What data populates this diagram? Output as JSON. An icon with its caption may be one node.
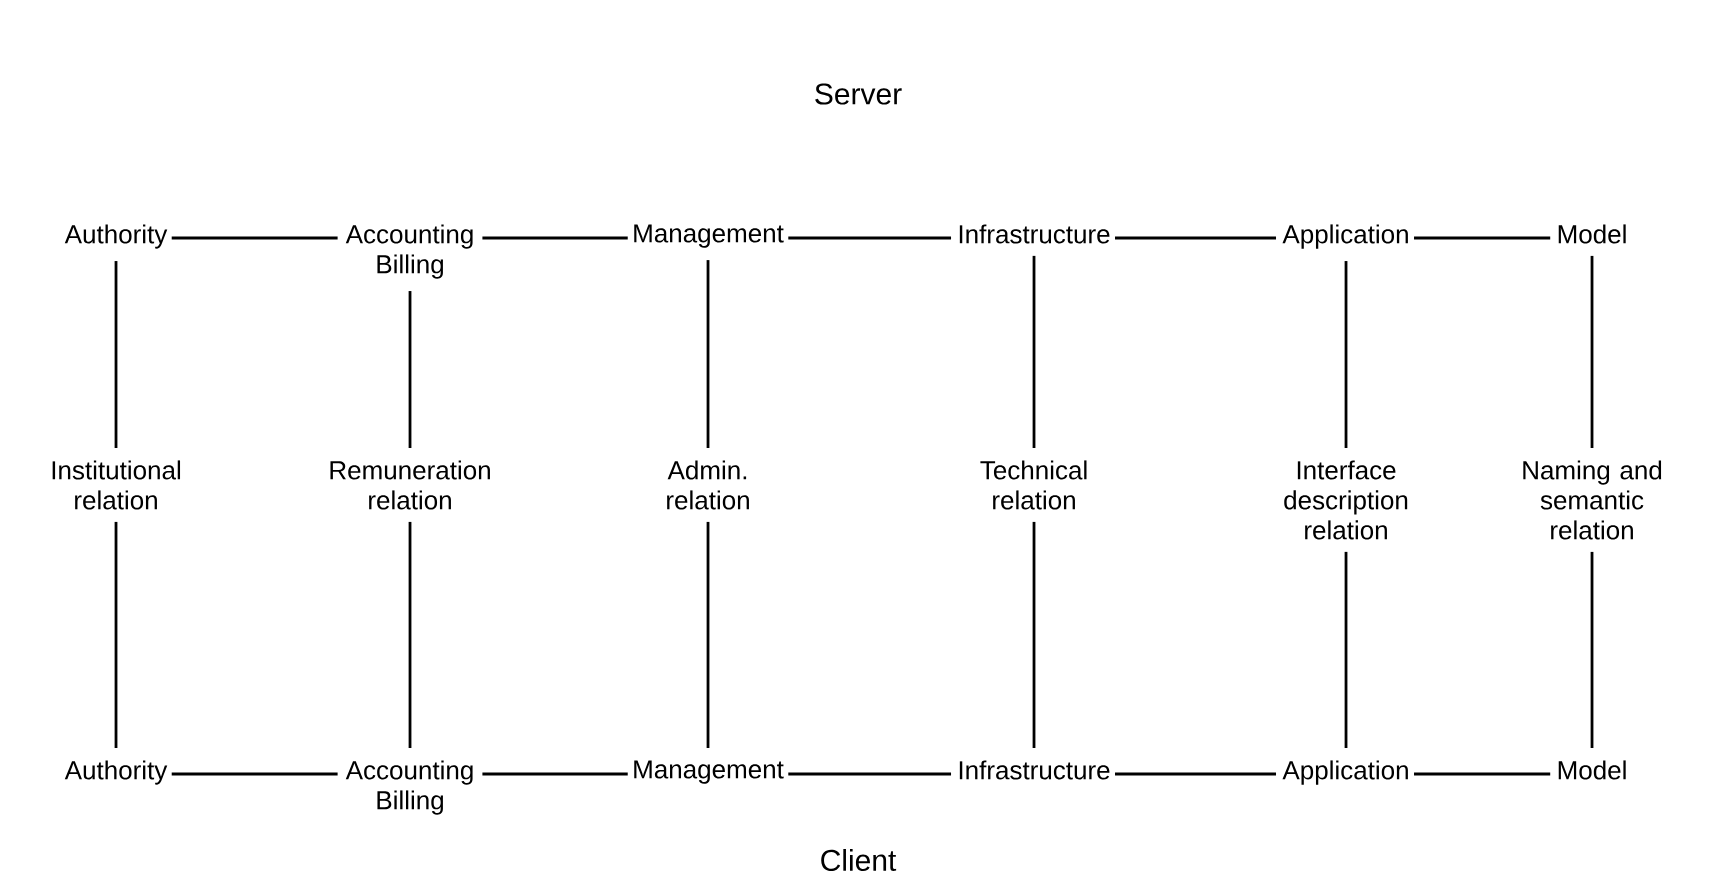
{
  "diagram": {
    "nodes": [
      {
        "text": [
          "Authority"
        ]
      },
      {
        "text": [
          "Accounting Billing"
        ]
      },
      {
        "text": [
          "Management"
        ]
      },
      {
        "text": [
          "Infrastructure"
        ]
      },
      {
        "text": [
          "Application"
        ]
      },
      {
        "text": [
          "Model"
        ]
      },
      {
        "text": [
          "Institutional relation"
        ]
      },
      {
        "text": [
          "Remuneration relation"
        ]
      },
      {
        "text": [
          "Admin. relation"
        ]
      },
      {
        "text": [
          "Technical relation"
        ]
      },
      {
        "text": [
          "Interface description relation"
        ]
      },
      {
        "text": [
          "Naming and semantic relation"
        ]
      },
      {
        "text": [
          "Authority"
        ]
      },
      {
        "text": [
          "Accounting Billing"
        ]
      },
      {
        "text": [
          "Management"
        ]
      },
      {
        "text": [
          "Infrastructure"
        ]
      },
      {
        "text": [
          "Application"
        ]
      },
      {
        "text": [
          "Model"
        ]
      }
    ],
    "edges": [
      {
        "from": 0,
        "to": 1,
        "arrow": "none"
      },
      {
        "from": 1,
        "to": 2,
        "arrow": "none"
      },
      {
        "from": 2,
        "to": 3,
        "arrow": "none"
      },
      {
        "from": 3,
        "to": 4,
        "arrow": "none"
      },
      {
        "from": 4,
        "to": 5,
        "arrow": "none"
      },
      {
        "from": 0,
        "to": 6,
        "arrow": "none"
      },
      {
        "from": 1,
        "to": 7,
        "arrow": "none"
      },
      {
        "from": 2,
        "to": 8,
        "arrow": "none"
      },
      {
        "from": 3,
        "to": 9,
        "arrow": "none"
      },
      {
        "from": 4,
        "to": 10,
        "arrow": "none"
      },
      {
        "from": 5,
        "to": 11,
        "arrow": "none"
      },
      {
        "from": 6,
        "to": 12,
        "arrow": "none"
      },
      {
        "from": 7,
        "to": 13,
        "arrow": "none"
      },
      {
        "from": 8,
        "to": 14,
        "arrow": "none"
      },
      {
        "from": 9,
        "to": 15,
        "arrow": "none"
      },
      {
        "from": 10,
        "to": 16,
        "arrow": "none"
      },
      {
        "from": 11,
        "to": 17,
        "arrow": "none"
      },
      {
        "from": 12,
        "to": 13,
        "arrow": "none"
      },
      {
        "from": 13,
        "to": 14,
        "arrow": "none"
      },
      {
        "from": 14,
        "to": 15,
        "arrow": "none"
      },
      {
        "from": 15,
        "to": 16,
        "arrow": "none"
      },
      {
        "from": 16,
        "to": 17,
        "arrow": "none"
      }
    ],
    "labels": [
      "Server",
      "Client"
    ]
  }
}
